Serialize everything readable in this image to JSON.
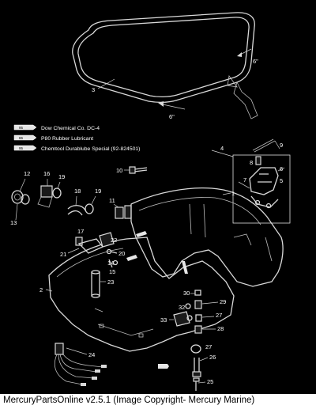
{
  "legend": [
    {
      "code": "95",
      "label": "Dow Chemical Co. DC-4"
    },
    {
      "code": "86",
      "label": "P80 Rubber Lubricant"
    },
    {
      "code": "95",
      "label": "Chemtool Durablube Special (92-824501)"
    }
  ],
  "callouts": {
    "c1": "1",
    "c2": "2",
    "c3": "3",
    "c4": "4",
    "c5": "5",
    "c6": "6",
    "c7": "7",
    "c8": "8",
    "c9": "9",
    "c10": "10",
    "c11": "11",
    "c12": "12",
    "c13": "13",
    "c14": "14",
    "c15": "15",
    "c16": "16",
    "c17": "17",
    "c18": "18",
    "c19": "19",
    "c19b": "19",
    "c20": "20",
    "c21": "21",
    "c22": "22",
    "c23": "23",
    "c24": "24",
    "c25": "25",
    "c26": "26",
    "c27": "27",
    "c27b": "27",
    "c28": "28",
    "c29": "29",
    "c30": "30",
    "c32": "32",
    "c33": "33",
    "seal_len_a": "6\"",
    "seal_len_b": "6\""
  },
  "caption": "MercuryPartsOnline v2.5.1 (Image Copyright- Mercury Marine)"
}
